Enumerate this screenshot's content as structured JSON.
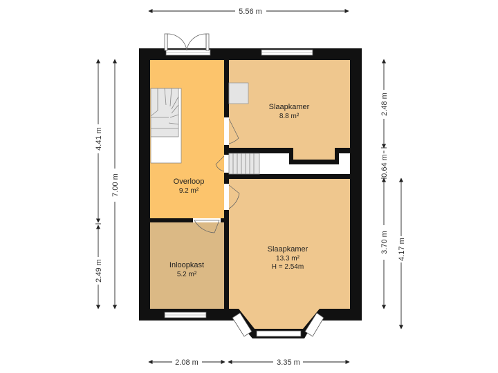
{
  "colors": {
    "wall": "#111111",
    "overloop": "#fcc46c",
    "bedroom": "#efc78e",
    "closet": "#dbb985",
    "floor_white": "#ffffff",
    "dim_line": "#222222"
  },
  "rooms": {
    "overloop": {
      "name": "Overloop",
      "area": "9.2 m²"
    },
    "slaapkamer_top": {
      "name": "Slaapkamer",
      "area": "8.8 m²"
    },
    "slaapkamer_bottom": {
      "name": "Slaapkamer",
      "area": "13.3 m²",
      "height": "H = 2.54m"
    },
    "inloopkast": {
      "name": "Inloopkast",
      "area": "5.2 m²"
    }
  },
  "dimensions": {
    "top_width": "5.56 m",
    "bottom_left": "2.08 m",
    "bottom_right": "3.35 m",
    "left_top": "4.41 m",
    "left_total": "7.00 m",
    "left_bottom": "2.49 m",
    "right_top": "2.48 m",
    "right_mid": "0.64 m",
    "right_bottom": "3.70 m",
    "right_outer": "4.17 m"
  }
}
